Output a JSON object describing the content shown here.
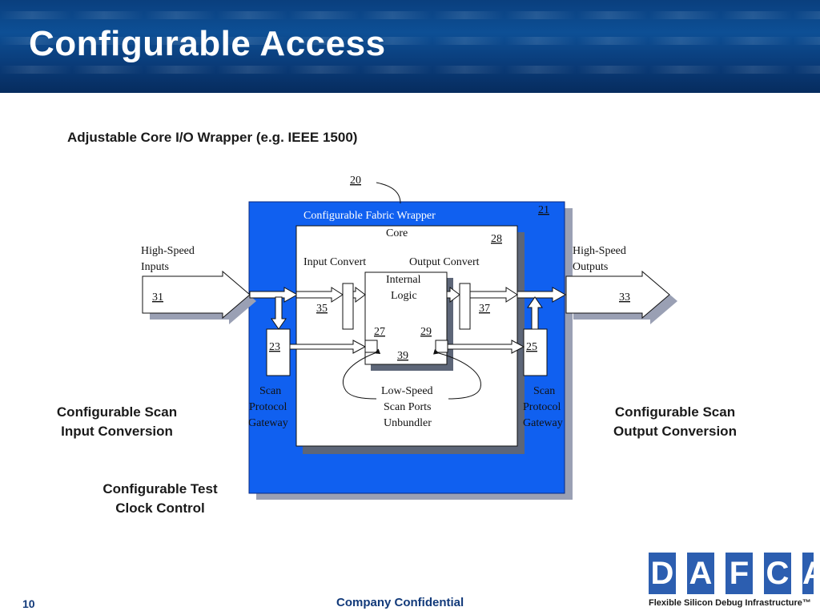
{
  "title": "Configurable Access",
  "subtitle": "Adjustable Core I/O Wrapper (e.g. IEEE 1500)",
  "diagram": {
    "ref_20": "20",
    "ref_21": "21",
    "fabric_wrapper_label": "Configurable Fabric Wrapper",
    "core_label": "Core",
    "ref_28": "28",
    "input_convert": "Input Convert",
    "output_convert": "Output Convert",
    "internal_logic_1": "Internal",
    "internal_logic_2": "Logic",
    "high_speed_inputs_1": "High-Speed",
    "high_speed_inputs_2": "Inputs",
    "high_speed_outputs_1": "High-Speed",
    "high_speed_outputs_2": "Outputs",
    "ref_31": "31",
    "ref_33": "33",
    "ref_35": "35",
    "ref_37": "37",
    "ref_23": "23",
    "ref_25": "25",
    "ref_27": "27",
    "ref_29": "29",
    "ref_39": "39",
    "scan_gateway_left": [
      "Scan",
      "Protocol",
      "Gateway"
    ],
    "scan_gateway_right": [
      "Scan",
      "Protocol",
      "Gateway"
    ],
    "low_speed": [
      "Low-Speed",
      "Scan Ports",
      "Unbundler"
    ],
    "colors": {
      "wrapper_blue": "#1060f0",
      "shadow": "#9aa0b4"
    }
  },
  "side_labels": {
    "scan_input": [
      "Configurable Scan",
      "Input Conversion"
    ],
    "scan_output": [
      "Configurable Scan",
      "Output Conversion"
    ],
    "test_clock": [
      "Configurable Test",
      "Clock Control"
    ]
  },
  "footer": {
    "page_number": "10",
    "confidential": "Company Confidential",
    "logo_letters": [
      "D",
      "A",
      "F",
      "C",
      "A"
    ],
    "logo_tagline": "Flexible Silicon Debug Infrastructure™",
    "logo_color": "#2c5eb0"
  }
}
